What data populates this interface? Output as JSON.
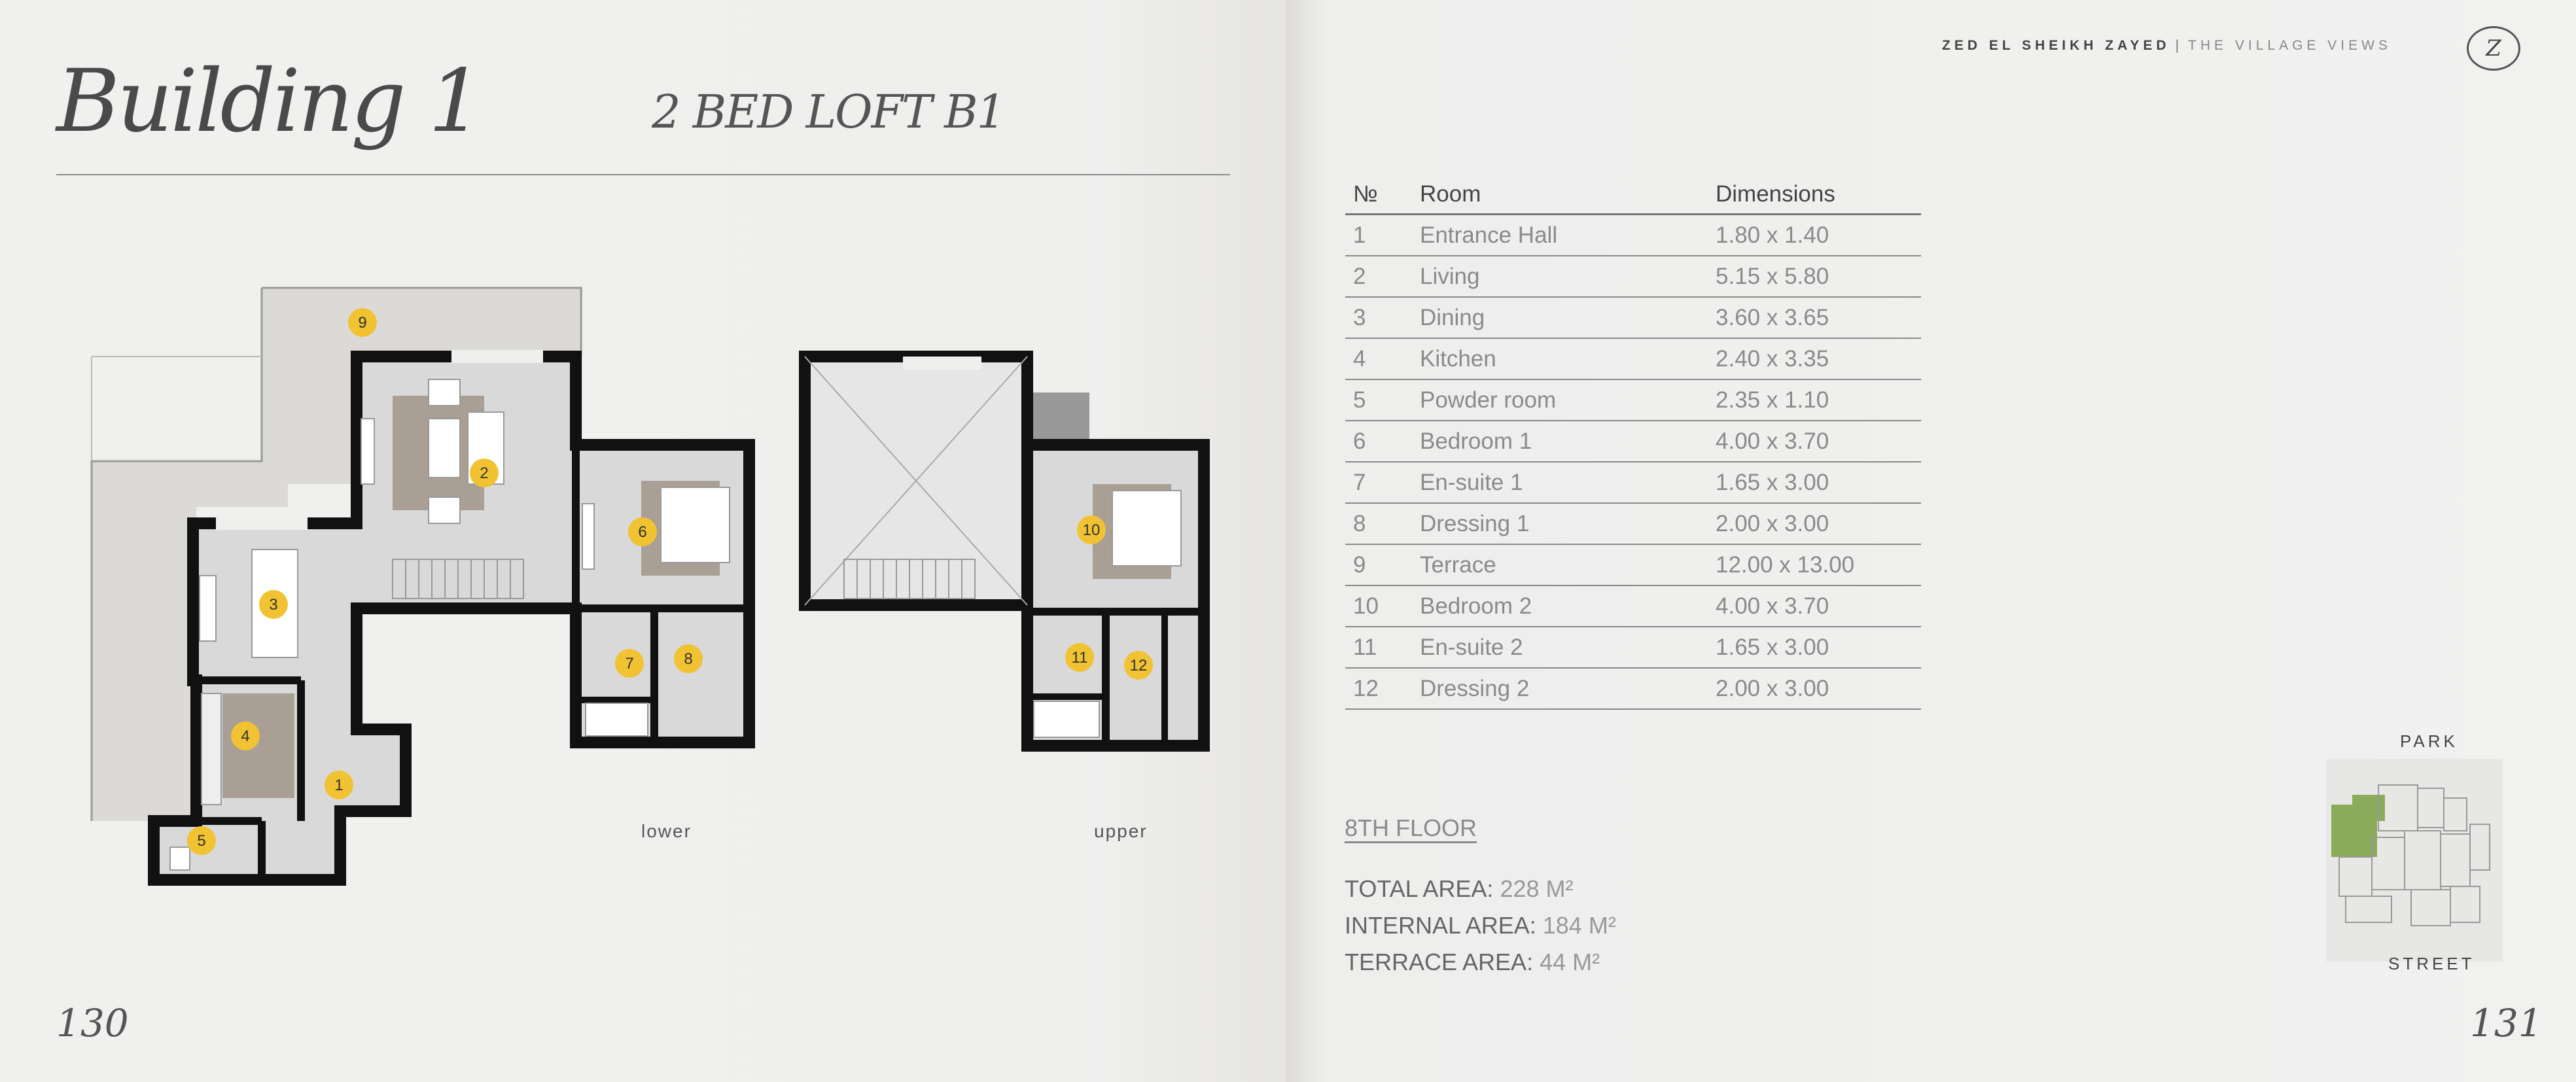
{
  "left_page": {
    "title": "Building 1",
    "unit_title": "2 BED LOFT B1",
    "page_number": "130",
    "plans": {
      "lower_label": "lower",
      "upper_label": "upper"
    },
    "markers": [
      "1",
      "2",
      "3",
      "4",
      "5",
      "6",
      "7",
      "8",
      "9",
      "10",
      "11",
      "12"
    ],
    "marker_color": "#f1c232"
  },
  "right_page": {
    "brand": "ZED EL SHEIKH ZAYED",
    "separator": "|",
    "subbrand": "THE VILLAGE VIEWS",
    "logo": "Z",
    "page_number": "131",
    "table": {
      "headers": [
        "№",
        "Room",
        "Dimensions"
      ],
      "rows": [
        [
          "1",
          "Entrance Hall",
          "1.80 x 1.40"
        ],
        [
          "2",
          "Living",
          "5.15 x 5.80"
        ],
        [
          "3",
          "Dining",
          "3.60 x 3.65"
        ],
        [
          "4",
          "Kitchen",
          "2.40 x 3.35"
        ],
        [
          "5",
          "Powder room",
          "2.35 x 1.10"
        ],
        [
          "6",
          "Bedroom 1",
          "4.00 x 3.70"
        ],
        [
          "7",
          "En-suite 1",
          "1.65 x 3.00"
        ],
        [
          "8",
          "Dressing 1",
          "2.00 x 3.00"
        ],
        [
          "9",
          "Terrace",
          "12.00 x 13.00"
        ],
        [
          "10",
          "Bedroom 2",
          "4.00 x 3.70"
        ],
        [
          "11",
          "En-suite 2",
          "1.65 x 3.00"
        ],
        [
          "12",
          "Dressing 2",
          "2.00 x 3.00"
        ]
      ]
    },
    "floor": "8TH FLOOR",
    "areas": [
      {
        "label": "TOTAL AREA:",
        "value": "228 M²"
      },
      {
        "label": "INTERNAL AREA:",
        "value": "184 M²"
      },
      {
        "label": "TERRACE AREA:",
        "value": "44 M²"
      }
    ],
    "site_plan": {
      "top_label": "PARK",
      "bottom_label": "STREET",
      "highlight_color": "#8aab5a"
    }
  }
}
